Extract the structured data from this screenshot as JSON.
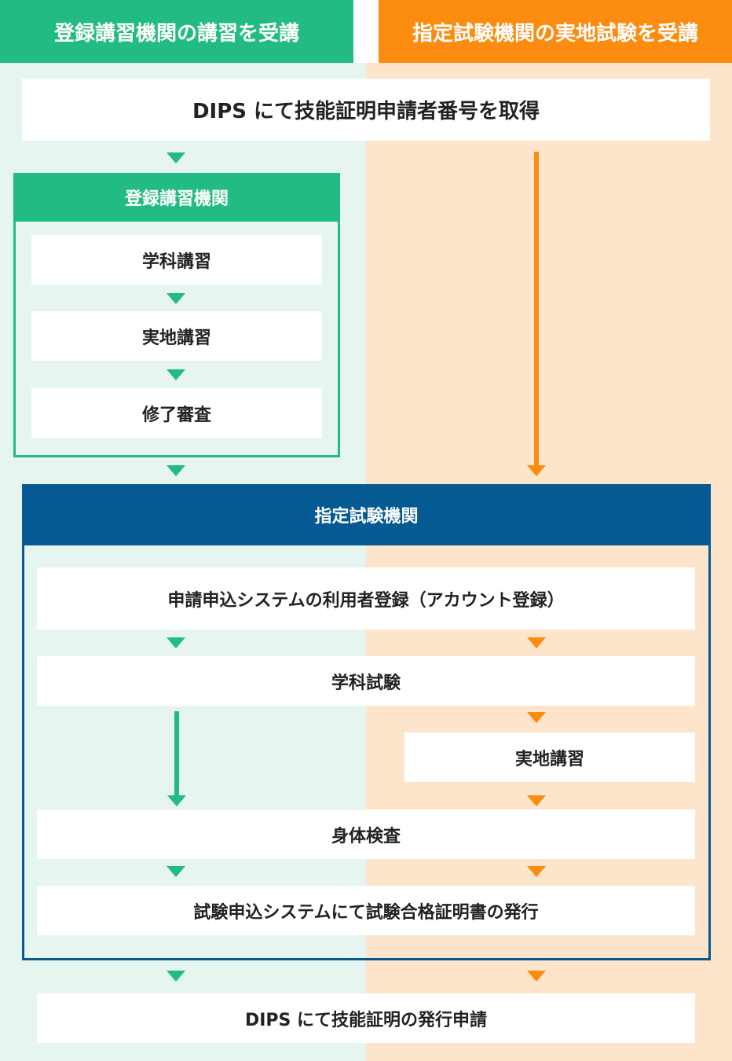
{
  "tabs": {
    "left": "登録講習機関の講習を受講",
    "right": "指定試験機関の実地試験を受講"
  },
  "steps": {
    "dips_number": "DIPS にて技能証明申請者番号を取得",
    "dips_issue": "DIPS にて技能証明の発行申請"
  },
  "registered_institution": {
    "title": "登録講習機関",
    "items": [
      "学科講習",
      "実地講習",
      "修了審査"
    ]
  },
  "designated_institution": {
    "title": "指定試験機関",
    "user_registration": "申請申込システムの利用者登録（アカウント登録）",
    "written_exam": "学科試験",
    "practical_training": "実地講習",
    "physical_exam": "身体検査",
    "certificate_issue": "試験申込システムにて試験合格証明書の発行"
  },
  "colors": {
    "green": "#22bb82",
    "orange": "#fb8c10",
    "blue": "#055a94",
    "green_bg": "#e6f5ef",
    "orange_bg": "#fde5cb"
  }
}
